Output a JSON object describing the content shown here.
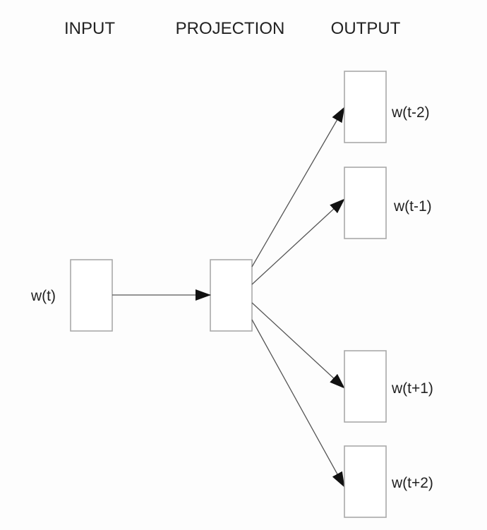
{
  "headers": {
    "input": "INPUT",
    "projection": "PROJECTION",
    "output": "OUTPUT"
  },
  "input_word": "w(t)",
  "outputs": [
    "w(t-2)",
    "w(t-1)",
    "w(t+1)",
    "w(t+2)"
  ],
  "colors": {
    "box_border": "#a9a9a9",
    "arrow": "#111111",
    "background": "#fdfdfd"
  }
}
